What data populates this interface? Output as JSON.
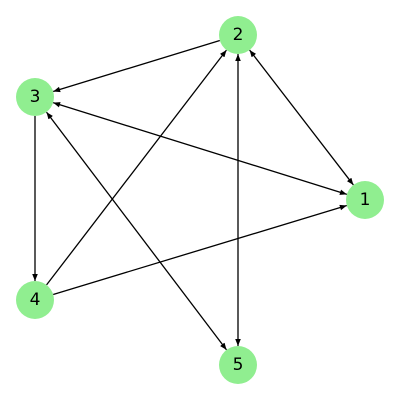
{
  "graph": {
    "node_color": "#90ee90",
    "edge_color": "#000000",
    "label_color": "#000000",
    "nodes": [
      {
        "id": "1",
        "label": "1"
      },
      {
        "id": "2",
        "label": "2"
      },
      {
        "id": "3",
        "label": "3"
      },
      {
        "id": "4",
        "label": "4"
      },
      {
        "id": "5",
        "label": "5"
      }
    ],
    "edges": [
      {
        "from": "2",
        "to": "1",
        "bidirectional": true
      },
      {
        "from": "2",
        "to": "3",
        "bidirectional": false
      },
      {
        "from": "3",
        "to": "1",
        "bidirectional": true
      },
      {
        "from": "3",
        "to": "4",
        "bidirectional": false
      },
      {
        "from": "3",
        "to": "5",
        "bidirectional": true
      },
      {
        "from": "4",
        "to": "2",
        "bidirectional": false
      },
      {
        "from": "4",
        "to": "1",
        "bidirectional": false
      },
      {
        "from": "2",
        "to": "5",
        "bidirectional": true
      }
    ]
  }
}
